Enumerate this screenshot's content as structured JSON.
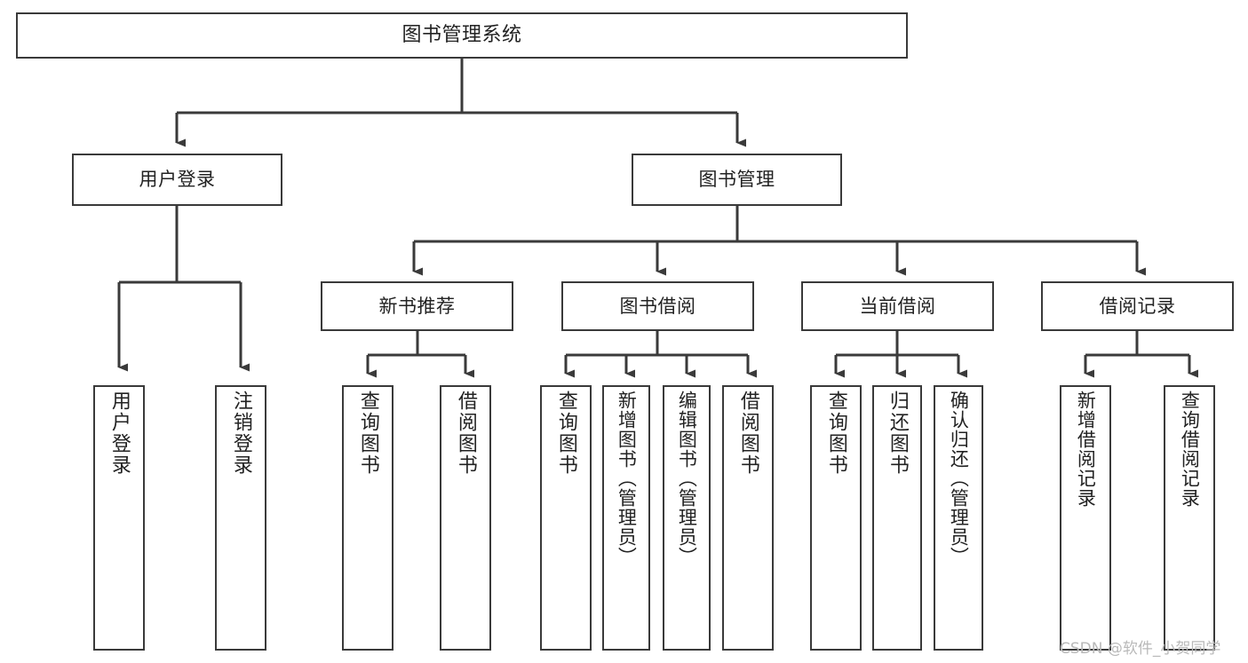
{
  "diagram": {
    "type": "tree-hierarchy",
    "title": "图书管理系统",
    "background_color": "#ffffff",
    "line_color": "#3a3a3a",
    "box_fill": "#ffffff",
    "text_color": "#222222"
  },
  "nodes": {
    "root": {
      "label": "图书管理系统",
      "level": 1,
      "orientation": "horizontal"
    },
    "user_login": {
      "label": "用户登录",
      "level": 2,
      "orientation": "horizontal"
    },
    "book_manage": {
      "label": "图书管理",
      "level": 2,
      "orientation": "horizontal"
    },
    "new_book_rec": {
      "label": "新书推荐",
      "level": 3,
      "orientation": "horizontal"
    },
    "book_borrow": {
      "label": "图书借阅",
      "level": 3,
      "orientation": "horizontal"
    },
    "current_borrow": {
      "label": "当前借阅",
      "level": 3,
      "orientation": "horizontal"
    },
    "borrow_record": {
      "label": "借阅记录",
      "level": 3,
      "orientation": "horizontal"
    },
    "leaf_user_login": {
      "label": "用户登录",
      "level": 4,
      "orientation": "vertical"
    },
    "leaf_logout": {
      "label": "注销登录",
      "level": 4,
      "orientation": "vertical"
    },
    "leaf_query_book_1": {
      "label": "查询图书",
      "level": 4,
      "orientation": "vertical"
    },
    "leaf_borrow_book_1": {
      "label": "借阅图书",
      "level": 4,
      "orientation": "vertical"
    },
    "leaf_query_book_2": {
      "label": "查询图书",
      "level": 4,
      "orientation": "vertical"
    },
    "leaf_add_book": {
      "label": "新增图书（管理员）",
      "level": 4,
      "orientation": "vertical"
    },
    "leaf_edit_book": {
      "label": "编辑图书（管理员）",
      "level": 4,
      "orientation": "vertical"
    },
    "leaf_borrow_book_2": {
      "label": "借阅图书",
      "level": 4,
      "orientation": "vertical"
    },
    "leaf_query_book_3": {
      "label": "查询图书",
      "level": 4,
      "orientation": "vertical"
    },
    "leaf_return_book": {
      "label": "归还图书",
      "level": 4,
      "orientation": "vertical"
    },
    "leaf_confirm_return": {
      "label": "确认归还（管理员）",
      "level": 4,
      "orientation": "vertical"
    },
    "leaf_add_record": {
      "label": "新增借阅记录",
      "level": 4,
      "orientation": "vertical"
    },
    "leaf_query_record": {
      "label": "查询借阅记录",
      "level": 4,
      "orientation": "vertical"
    }
  },
  "edges": [
    {
      "from": "root",
      "to": "user_login"
    },
    {
      "from": "root",
      "to": "book_manage"
    },
    {
      "from": "user_login",
      "to": "leaf_user_login"
    },
    {
      "from": "user_login",
      "to": "leaf_logout"
    },
    {
      "from": "book_manage",
      "to": "new_book_rec"
    },
    {
      "from": "book_manage",
      "to": "book_borrow"
    },
    {
      "from": "book_manage",
      "to": "current_borrow"
    },
    {
      "from": "book_manage",
      "to": "borrow_record"
    },
    {
      "from": "new_book_rec",
      "to": "leaf_query_book_1"
    },
    {
      "from": "new_book_rec",
      "to": "leaf_borrow_book_1"
    },
    {
      "from": "book_borrow",
      "to": "leaf_query_book_2"
    },
    {
      "from": "book_borrow",
      "to": "leaf_add_book"
    },
    {
      "from": "book_borrow",
      "to": "leaf_edit_book"
    },
    {
      "from": "book_borrow",
      "to": "leaf_borrow_book_2"
    },
    {
      "from": "current_borrow",
      "to": "leaf_query_book_3"
    },
    {
      "from": "current_borrow",
      "to": "leaf_return_book"
    },
    {
      "from": "current_borrow",
      "to": "leaf_confirm_return"
    },
    {
      "from": "borrow_record",
      "to": "leaf_add_record"
    },
    {
      "from": "borrow_record",
      "to": "leaf_query_record"
    }
  ],
  "watermark": {
    "text": "CSDN @软件_小贺同学",
    "color": "#b9b9b9"
  }
}
